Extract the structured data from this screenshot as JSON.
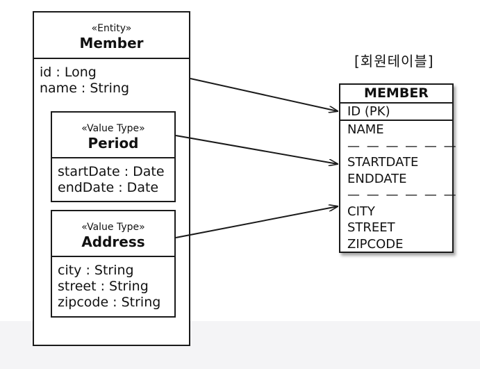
{
  "entity": {
    "stereotype": "«Entity»",
    "name": "Member",
    "attributes": [
      "id : Long",
      "name : String"
    ]
  },
  "value_types": [
    {
      "stereotype": "«Value Type»",
      "name": "Period",
      "attributes": [
        "startDate : Date",
        "endDate : Date"
      ]
    },
    {
      "stereotype": "«Value Type»",
      "name": "Address",
      "attributes": [
        "city : String",
        "street : String",
        "zipcode : String"
      ]
    }
  ],
  "table": {
    "label": "[회원테이블]",
    "name": "MEMBER",
    "pk": "ID (PK)",
    "columns": [
      "NAME",
      "— — — — — —",
      "STARTDATE",
      "ENDDATE",
      "— — — — — —",
      "CITY",
      "STREET",
      "ZIPCODE"
    ]
  }
}
